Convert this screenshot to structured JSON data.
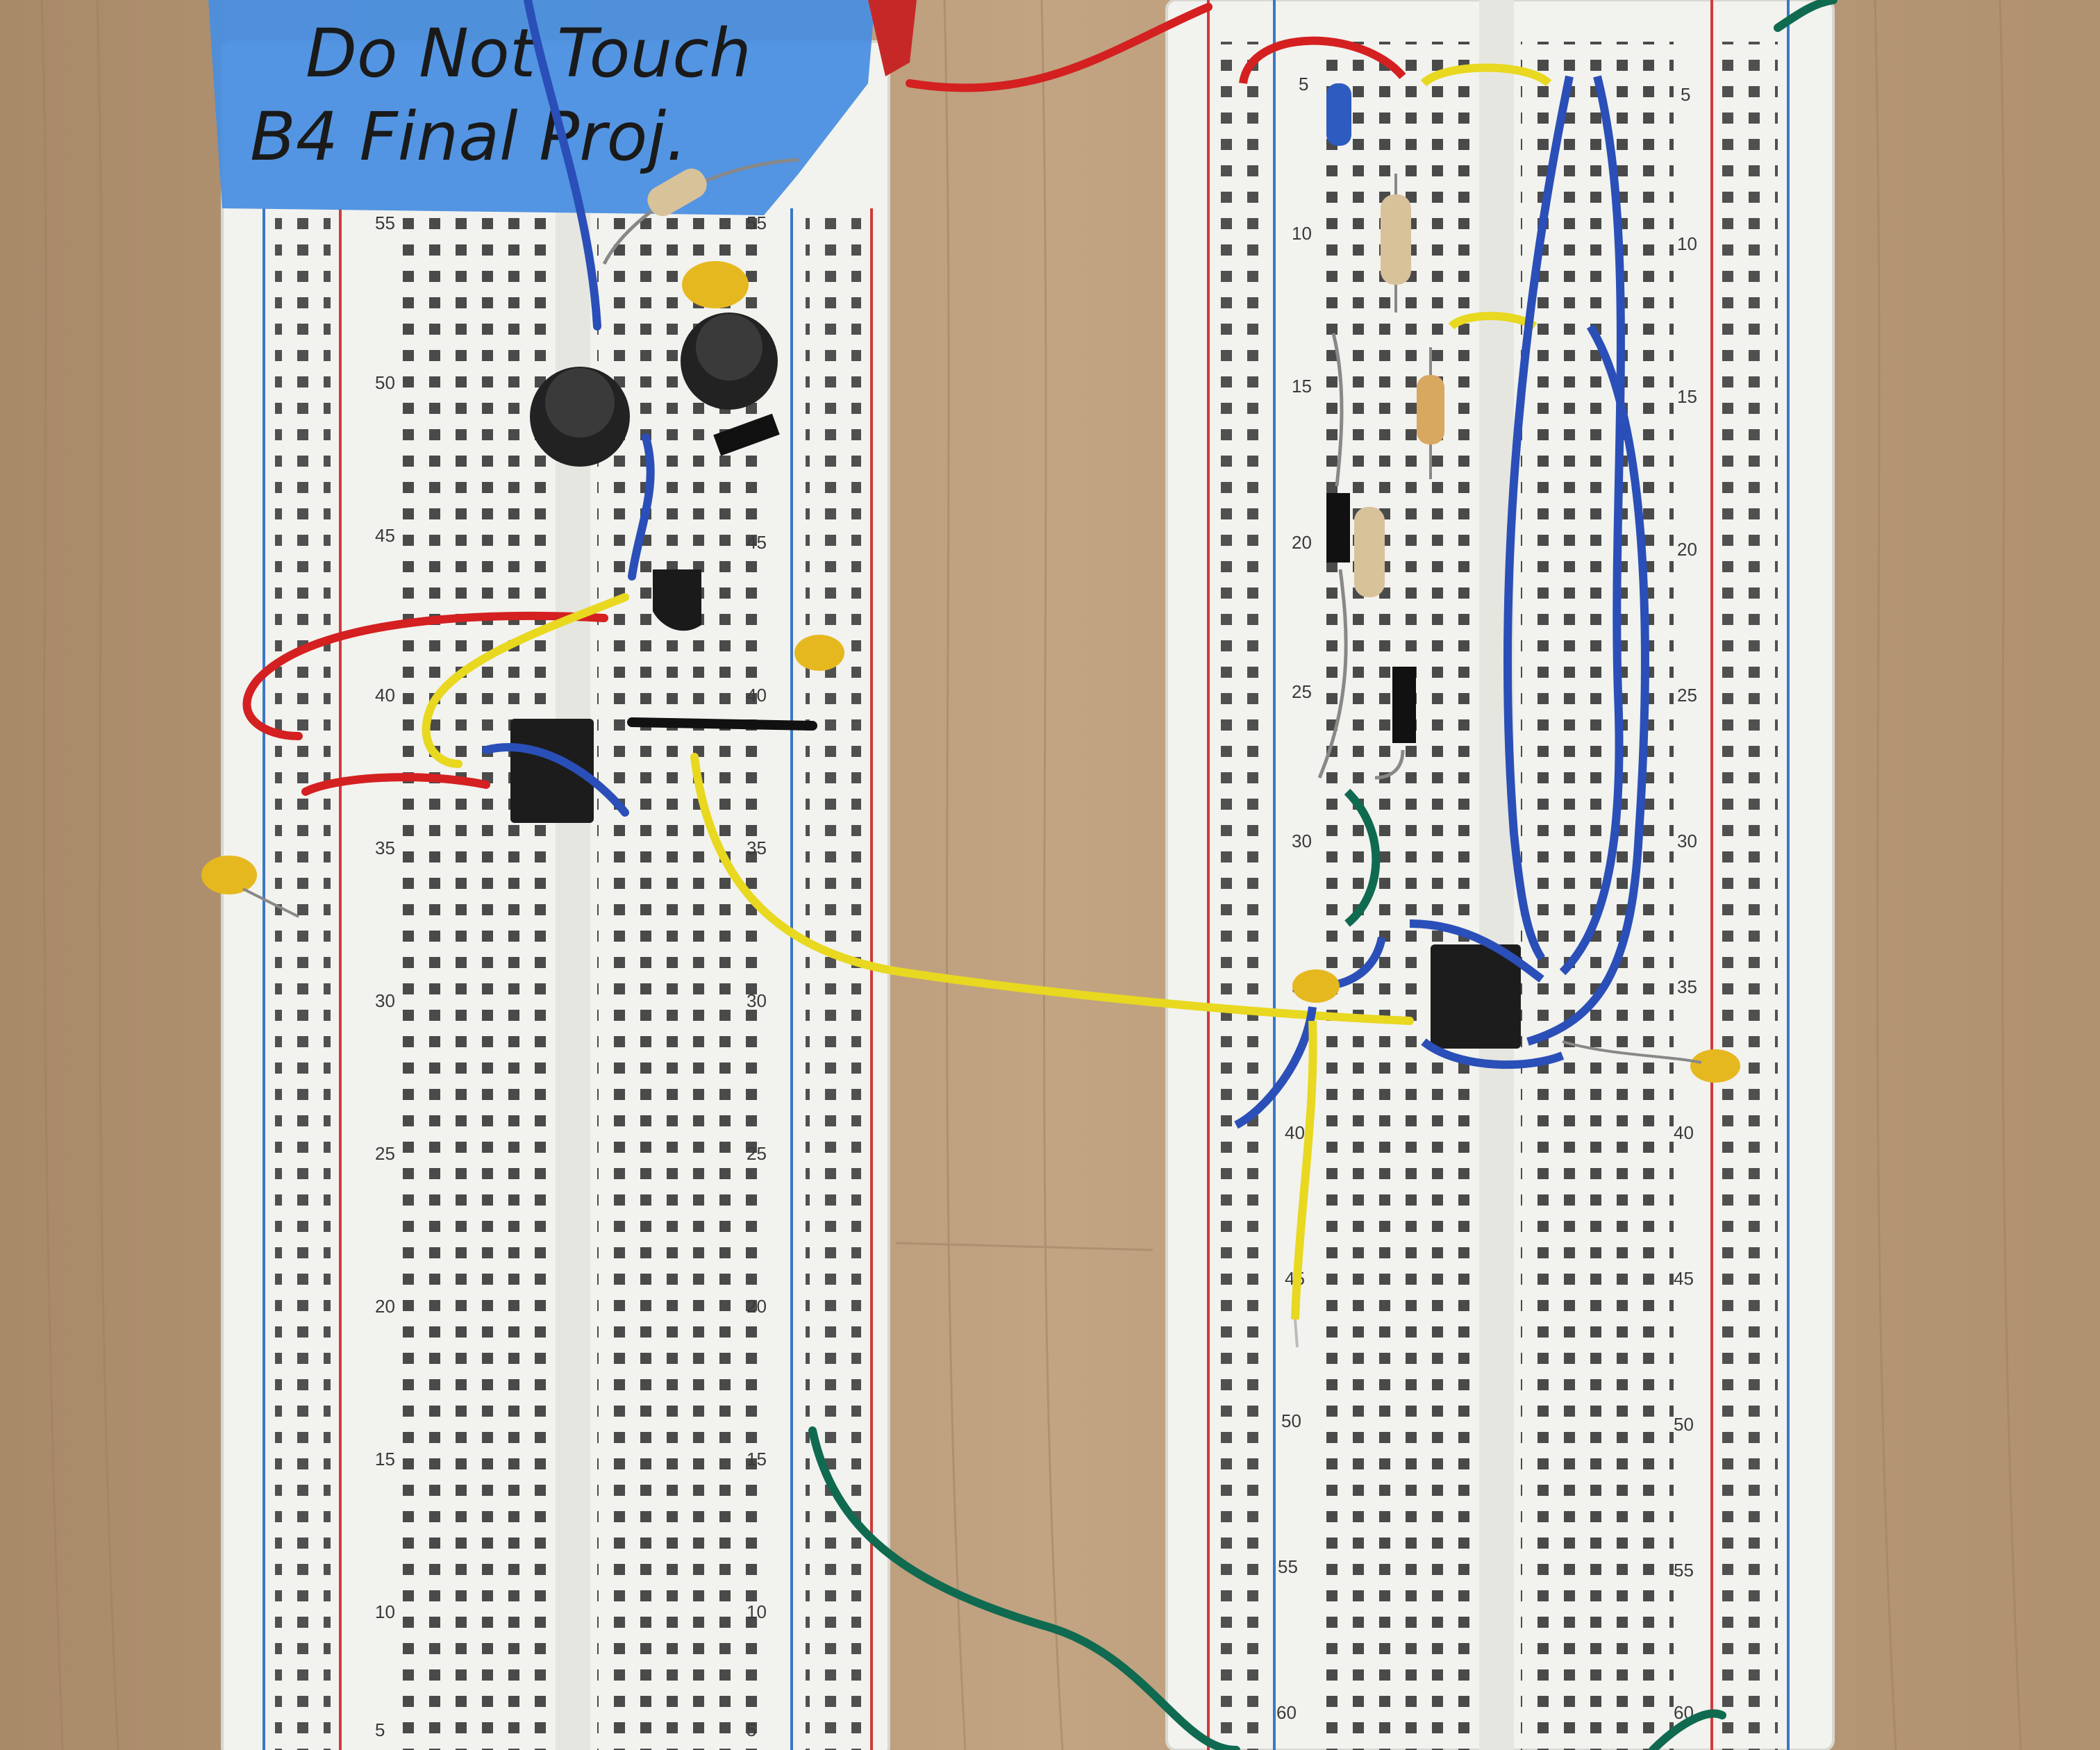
{
  "tape_note": {
    "line1": "Do Not Touch",
    "line2": "B4 Final Proj."
  },
  "left_board": {
    "row_labels": [
      "55",
      "50",
      "45",
      "40",
      "35",
      "30",
      "25",
      "20",
      "15",
      "10",
      "5"
    ]
  },
  "right_board": {
    "left_row_labels": [
      "5",
      "10",
      "15",
      "20",
      "25",
      "30",
      "35",
      "40",
      "45",
      "50",
      "55",
      "60"
    ],
    "right_row_labels": [
      "5",
      "10",
      "15",
      "20",
      "25",
      "30",
      "35",
      "40",
      "45",
      "50",
      "55",
      "60"
    ]
  },
  "colors": {
    "wood": "#b89a7a",
    "board": "#f2f2ee",
    "rail_red": "#d23a3a",
    "rail_blue": "#3a78c8",
    "tape": "#4a8fe0",
    "wire_red": "#d42020",
    "wire_blue": "#2a4fb8",
    "wire_yellow": "#e8d820",
    "wire_green": "#0f6a50",
    "wire_black": "#111111"
  }
}
